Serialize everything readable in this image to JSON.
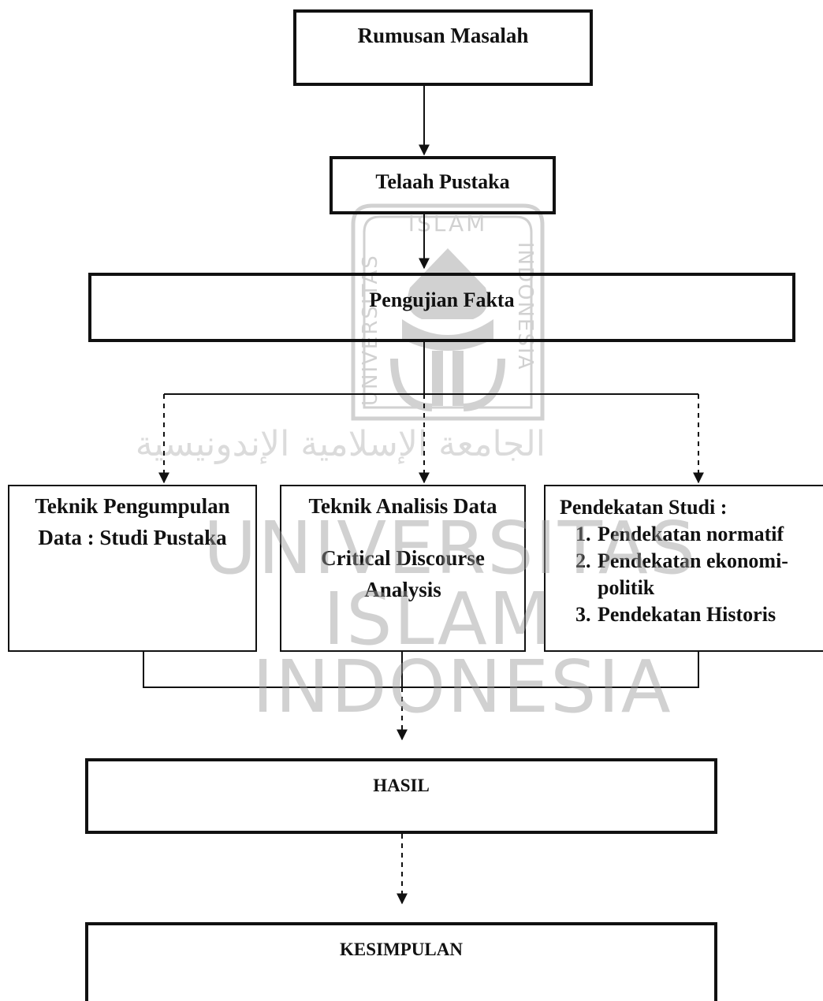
{
  "diagram": {
    "node_rumusan": "Rumusan Masalah",
    "node_telaah": "Telaah Pustaka",
    "node_pengujian": "Pengujian Fakta",
    "node_teknik_pengumpulan": [
      "Teknik Pengumpulan",
      "Data : Studi Pustaka"
    ],
    "node_teknik_analisis": [
      "Teknik Analisis Data",
      "Critical Discourse",
      "Analysis"
    ],
    "node_pendekatan": {
      "title": "Pendekatan Studi :",
      "items": [
        "Pendekatan normatif",
        "Pendekatan ekonomi-politik",
        "Pendekatan Historis"
      ]
    },
    "node_hasil": "HASIL",
    "node_kesimpulan": "KESIMPULAN"
  },
  "watermark": {
    "line1": "UNIVERSITAS",
    "line2": "ISLAM",
    "line3": "INDONESIA",
    "logo_top": "ISLAM",
    "logo_left": "UNIVERSITAS",
    "logo_right": "INDONESIA",
    "logo_arabic": "الجامعة الإسلامية الإندونيسية",
    "color": "#9a9a9a"
  }
}
